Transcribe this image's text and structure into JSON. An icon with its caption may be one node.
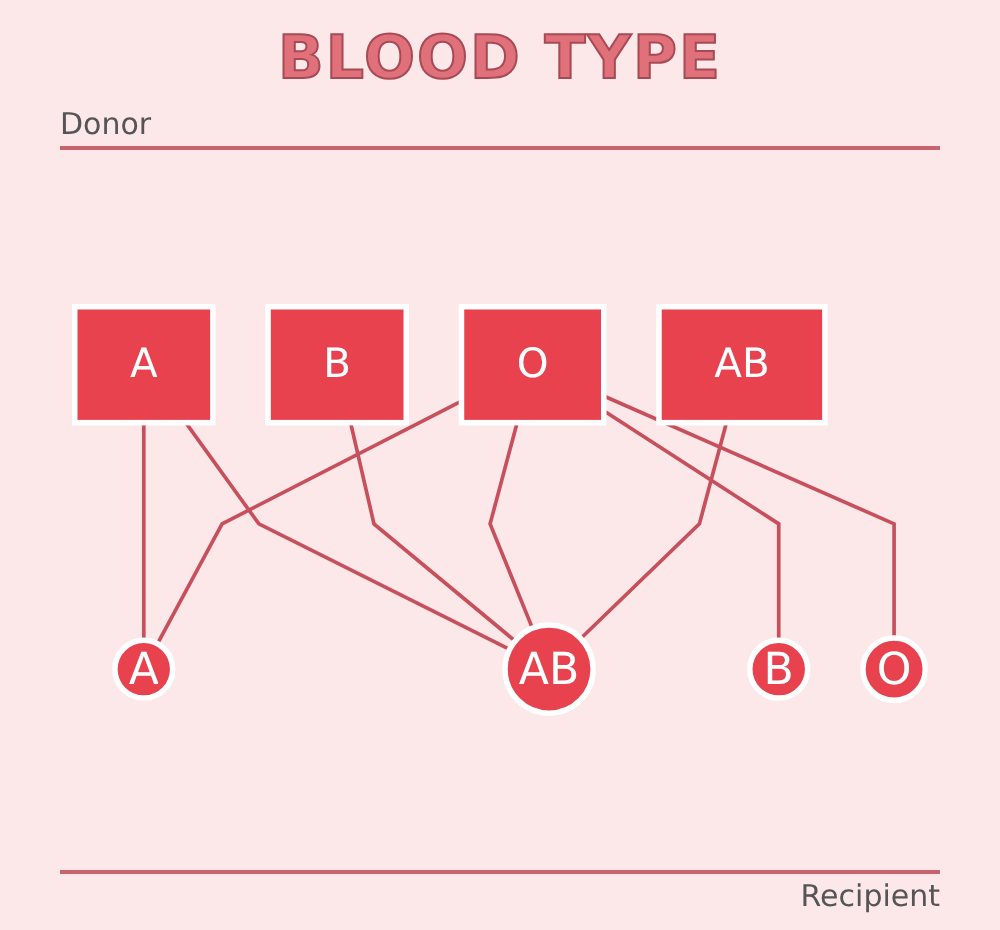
{
  "diagram": {
    "title": "BLOOD TYPE",
    "nodes": [
      {
        "text": [
          "A"
        ]
      },
      {
        "text": [
          "B"
        ]
      },
      {
        "text": [
          "O"
        ]
      },
      {
        "text": [
          "AB"
        ]
      },
      {
        "text": [
          "A"
        ]
      },
      {
        "text": [
          "B"
        ]
      },
      {
        "text": [
          "O"
        ]
      },
      {
        "text": [
          "AB"
        ]
      }
    ],
    "edges": [
      {
        "from": 0,
        "to": 4,
        "arrow": "none"
      },
      {
        "from": 0,
        "to": 7,
        "arrow": "none"
      },
      {
        "from": 1,
        "to": 7,
        "arrow": "none"
      },
      {
        "from": 2,
        "to": 4,
        "arrow": "none"
      },
      {
        "from": 2,
        "to": 5,
        "arrow": "none"
      },
      {
        "from": 2,
        "to": 6,
        "arrow": "none"
      },
      {
        "from": 2,
        "to": 7,
        "arrow": "none"
      },
      {
        "from": 3,
        "to": 7,
        "arrow": "none"
      }
    ],
    "labels": [
      "Donor",
      "Recipient"
    ]
  }
}
